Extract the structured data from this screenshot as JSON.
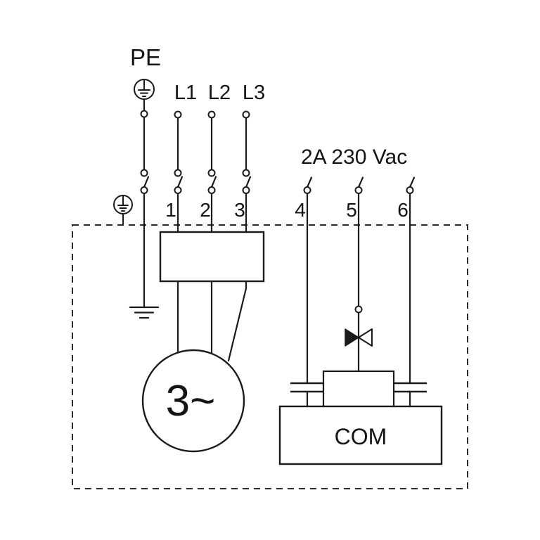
{
  "colors": {
    "line": "#1b1b1b",
    "background": "#ffffff",
    "text": "#141414"
  },
  "labels": {
    "pe": "PE",
    "l1": "L1",
    "l2": "L2",
    "l3": "L3",
    "rating": "2A 230 Vac",
    "n1": "1",
    "n2": "2",
    "n3": "3",
    "n4": "4",
    "n5": "5",
    "n6": "6",
    "motor": "3~",
    "com": "COM"
  }
}
